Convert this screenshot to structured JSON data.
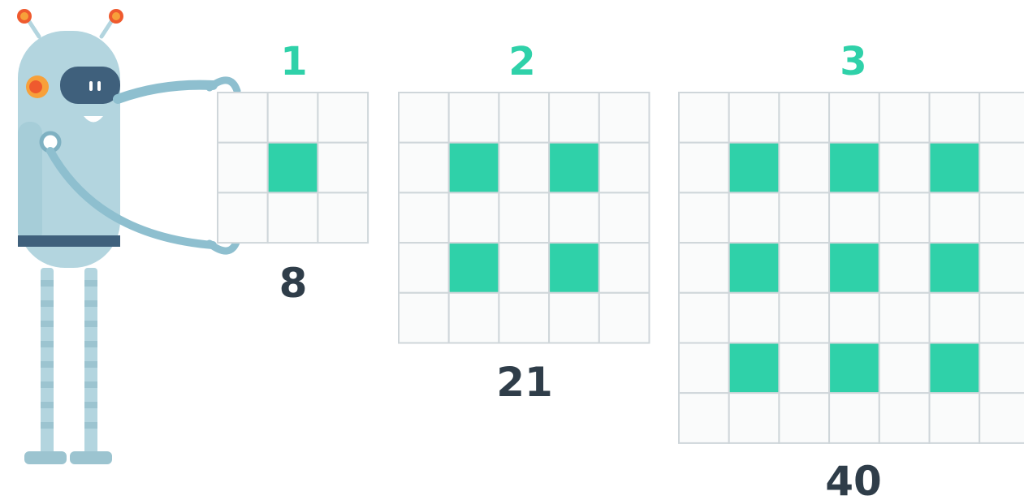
{
  "colors": {
    "accent": "#2fd1a9",
    "grid_line": "#cfd6da",
    "cell_bg": "#fafbfb",
    "total_text": "#2f3d49",
    "robot_body": "#b3d5df",
    "robot_visor": "#3f607c",
    "robot_eye_light": "#ef5a2e",
    "robot_eye_ring": "#f7a03a",
    "robot_band": "#3f607c"
  },
  "figures": [
    {
      "step": "1",
      "total": "8",
      "size": 3,
      "filled": [
        [
          1,
          1
        ]
      ]
    },
    {
      "step": "2",
      "total": "21",
      "size": 5,
      "filled": [
        [
          1,
          1
        ],
        [
          1,
          3
        ],
        [
          3,
          1
        ],
        [
          3,
          3
        ]
      ]
    },
    {
      "step": "3",
      "total": "40",
      "size": 7,
      "filled": [
        [
          1,
          1
        ],
        [
          1,
          3
        ],
        [
          1,
          5
        ],
        [
          3,
          1
        ],
        [
          3,
          3
        ],
        [
          3,
          5
        ],
        [
          5,
          1
        ],
        [
          5,
          3
        ],
        [
          5,
          5
        ]
      ]
    }
  ],
  "icons": {
    "robot": "robot-icon"
  }
}
